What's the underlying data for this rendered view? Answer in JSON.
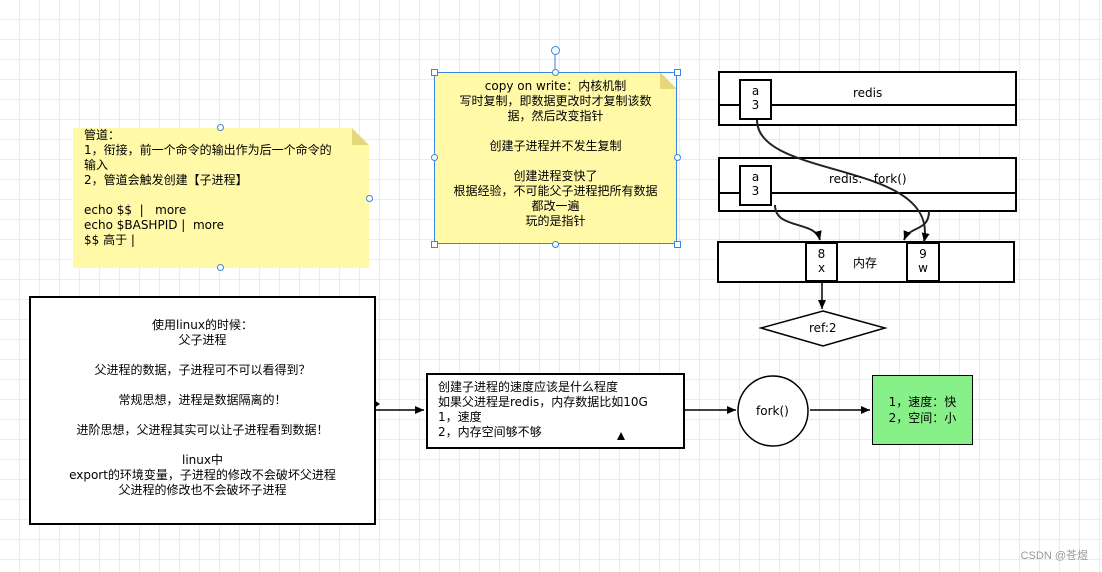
{
  "note_pipe": {
    "lines": [
      "管道：",
      "1，衔接，前一个命令的输出作为后一个命令的",
      "输入",
      "2，管道会触发创建【子进程】",
      "",
      "echo $$  |   more",
      "echo $BASHPID |  more",
      "$$ 高于 |"
    ]
  },
  "note_cow": {
    "lines": [
      "copy on write：内核机制",
      "写时复制，即数据更改时才复制该数",
      "据，然后改变指针",
      "",
      "创建子进程并不发生复制",
      "",
      "创建进程变快了",
      "根据经验，不可能父子进程把所有数据",
      "都改一遍",
      "玩的是指针"
    ]
  },
  "linux_box": {
    "lines": [
      "使用linux的时候：",
      "父子进程",
      "",
      "父进程的数据，子进程可不可以看得到？",
      "",
      "常规思想，进程是数据隔离的！",
      "",
      "进阶思想，父进程其实可以让子进程看到数据！",
      "",
      "linux中",
      "export的环境变量，子进程的修改不会破坏父进程",
      "父进程的修改也不会破坏子进程"
    ]
  },
  "speed_box": {
    "lines": [
      "创建子进程的速度应该是什么程度",
      "如果父进程是redis，内存数据比如10G",
      "1，速度",
      "2，内存空间够不够"
    ]
  },
  "fork_label": "fork()",
  "result_box": {
    "lines": [
      "1，速度：快",
      "2，空间：小"
    ]
  },
  "redis_parent": {
    "title": "redis",
    "cell": [
      "a",
      "3"
    ]
  },
  "redis_child": {
    "title": "redis:   fork()",
    "cell": [
      "a",
      "3"
    ]
  },
  "memory": {
    "label": "内存",
    "left_cell": [
      "8",
      "x"
    ],
    "right_cell": [
      "9",
      "w"
    ]
  },
  "ref_label": "ref:2",
  "watermark": "CSDN @苍煜",
  "colors": {
    "note": "#fff9a8",
    "result": "#88f088",
    "selection": "#3a86e6"
  }
}
